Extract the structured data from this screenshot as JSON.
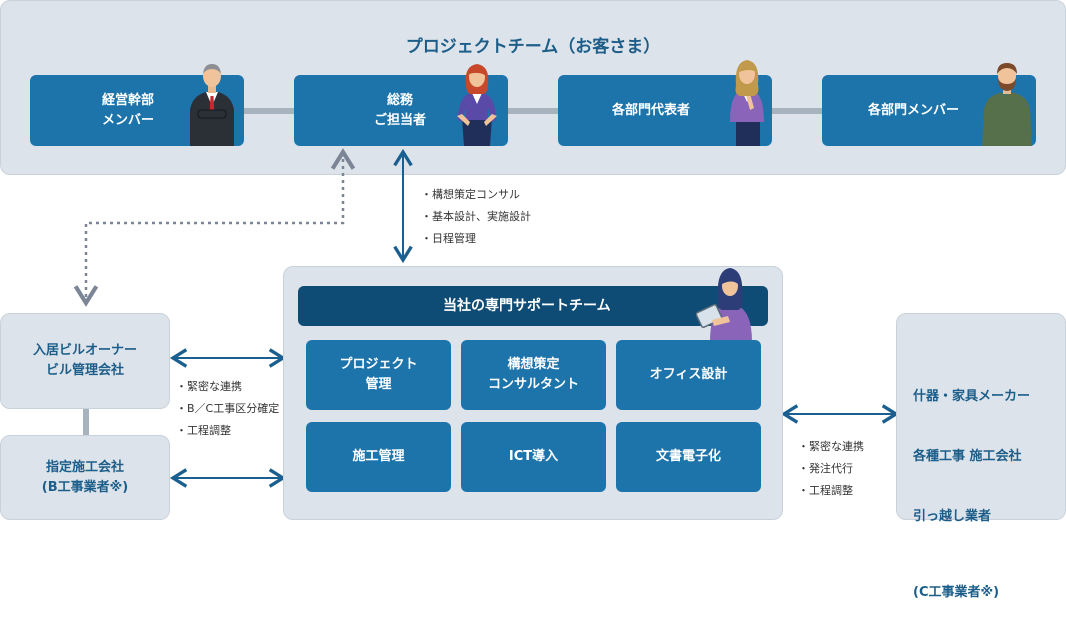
{
  "client_team": {
    "title": "プロジェクトチーム（お客さま）",
    "members": [
      {
        "label": "経営幹部\nメンバー",
        "figure": "businessman-icon"
      },
      {
        "label": "総務\nご担当者",
        "figure": "businesswoman-icon"
      },
      {
        "label": "各部門代表者",
        "figure": "thinking-woman-icon"
      },
      {
        "label": "各部門メンバー",
        "figure": "bearded-man-icon"
      }
    ]
  },
  "top_services": [
    "・構想策定コンサル",
    "・基本設計、実施設計",
    "・日程管理"
  ],
  "support_team": {
    "title": "当社の専門サポートチーム",
    "figure": "tablet-woman-icon",
    "services": [
      "プロジェクト\n管理",
      "構想策定\nコンサルタント",
      "オフィス設計",
      "施工管理",
      "ICT導入",
      "文書電子化"
    ]
  },
  "left_boxes": {
    "owner": "入居ビルオーナー\nビル管理会社",
    "contractor": "指定施工会社\n(B工事業者※)"
  },
  "left_notes": [
    "・緊密な連携",
    "・B／C工事区分確定",
    "・工程調整"
  ],
  "right_box": {
    "lines": [
      "什器・家具メーカー",
      "各種工事 施工会社",
      "引っ越し業者"
    ],
    "footer": "(C工事業者※)"
  },
  "right_notes": [
    "・緊密な連携",
    "・発注代行",
    "・工程調整"
  ],
  "colors": {
    "box_blue": "#1d74ab",
    "header_navy": "#0f4c75",
    "panel_gray": "#dce3ea",
    "text_blue": "#1c5e89",
    "arrow_blue": "#1a5f8f",
    "dotted_gray": "#7b8595"
  }
}
